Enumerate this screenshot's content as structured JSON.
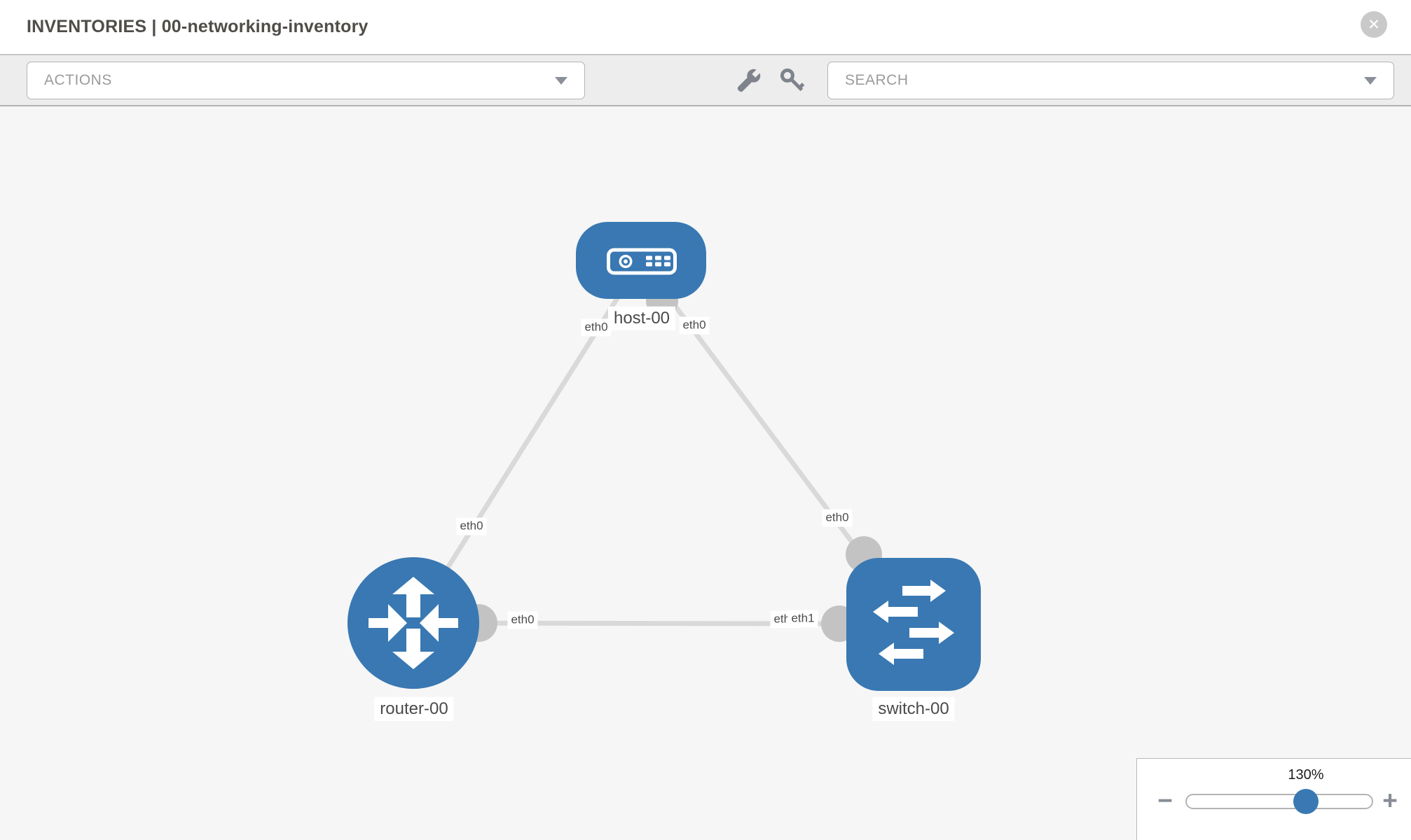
{
  "header": {
    "title": "INVENTORIES | 00-networking-inventory",
    "close_icon": "✕"
  },
  "toolbar": {
    "actions_label": "ACTIONS",
    "search_placeholder": "SEARCH",
    "icons": [
      "wrench-icon",
      "key-icon"
    ]
  },
  "topology": {
    "nodes": [
      {
        "id": "host-00",
        "type": "host",
        "label": "host-00"
      },
      {
        "id": "router-00",
        "type": "router",
        "label": "router-00"
      },
      {
        "id": "switch-00",
        "type": "switch",
        "label": "switch-00"
      }
    ],
    "links": [
      {
        "from": "router-00",
        "to": "host-00",
        "from_interface": "eth0",
        "to_interface": "eth0"
      },
      {
        "from": "host-00",
        "to": "switch-00",
        "from_interface": "eth0",
        "to_interface": "eth0"
      },
      {
        "from": "router-00",
        "to": "switch-00",
        "from_interface": "eth0",
        "to_interface": "eth1",
        "overlapped_label": "eth0"
      }
    ]
  },
  "zoom_control": {
    "level": "130%",
    "zoom_out": "−",
    "zoom_in": "+"
  },
  "colors": {
    "node_blue": "#3978b2",
    "link_gray": "#d9d9d9",
    "port_gray": "#c3c3c3",
    "canvas_bg": "#f6f6f6"
  }
}
